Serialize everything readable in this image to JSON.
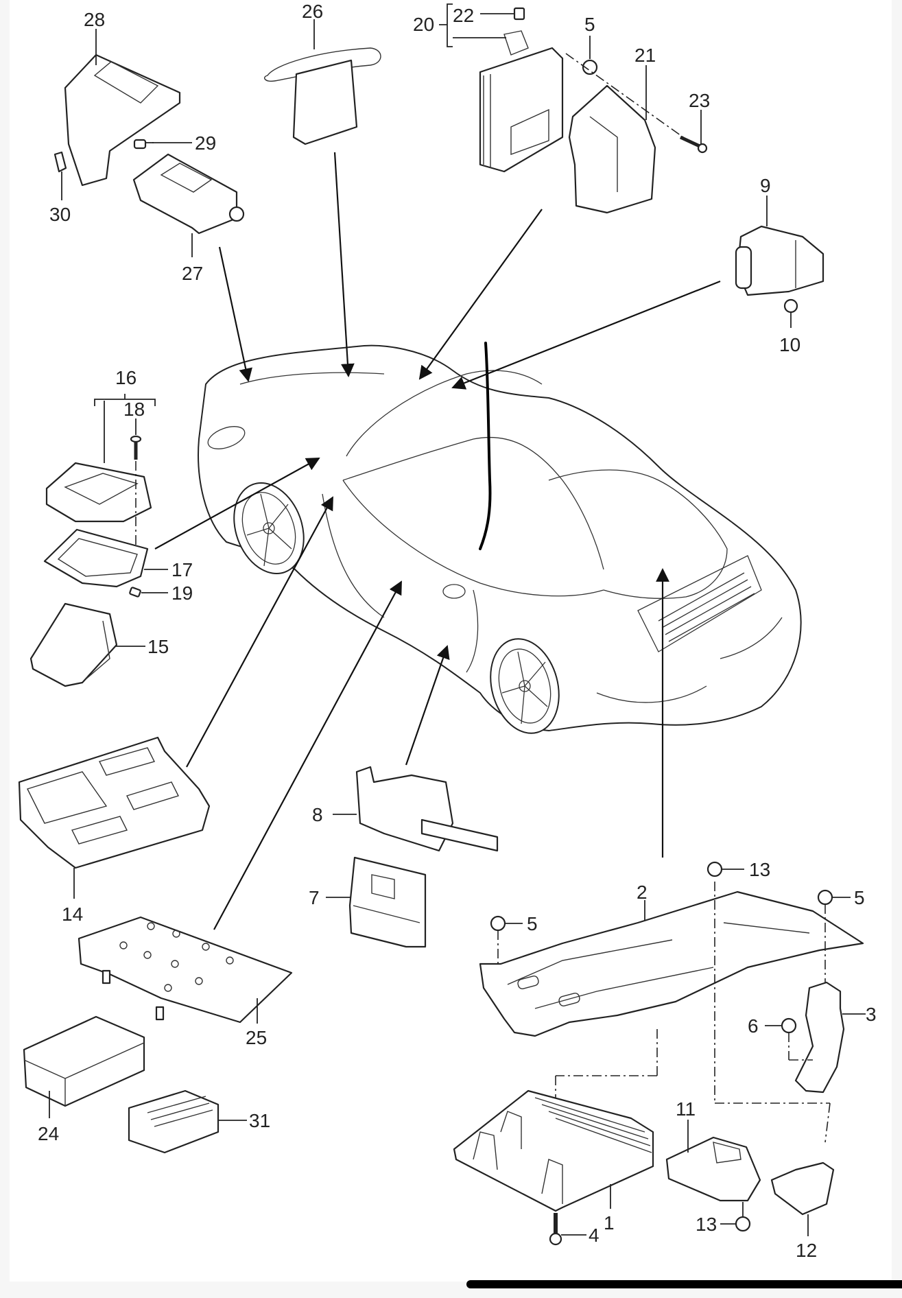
{
  "diagram": {
    "subject": "Vehicle control unit locations (coupe top view)",
    "part_numbers": {
      "p1": "1",
      "p2": "2",
      "p3": "3",
      "p4": "4",
      "p5a": "5",
      "p5b": "5",
      "p5c": "5",
      "p6": "6",
      "p7": "7",
      "p8": "8",
      "p9": "9",
      "p10": "10",
      "p11": "11",
      "p12": "12",
      "p13a": "13",
      "p13b": "13",
      "p14": "14",
      "p15": "15",
      "p16": "16",
      "p17": "17",
      "p18": "18",
      "p19": "19",
      "p20": "20",
      "p21": "21",
      "p22": "22",
      "p23": "23",
      "p24": "24",
      "p25": "25",
      "p26": "26",
      "p27": "27",
      "p28": "28",
      "p29": "29",
      "p30": "30",
      "p31": "31"
    },
    "annotation": "hand-drawn vertical marker line over car roof"
  },
  "colors": {
    "background": "#f6f6f6",
    "sheet": "#ffffff",
    "line": "#222222",
    "home_indicator": "#000000"
  }
}
